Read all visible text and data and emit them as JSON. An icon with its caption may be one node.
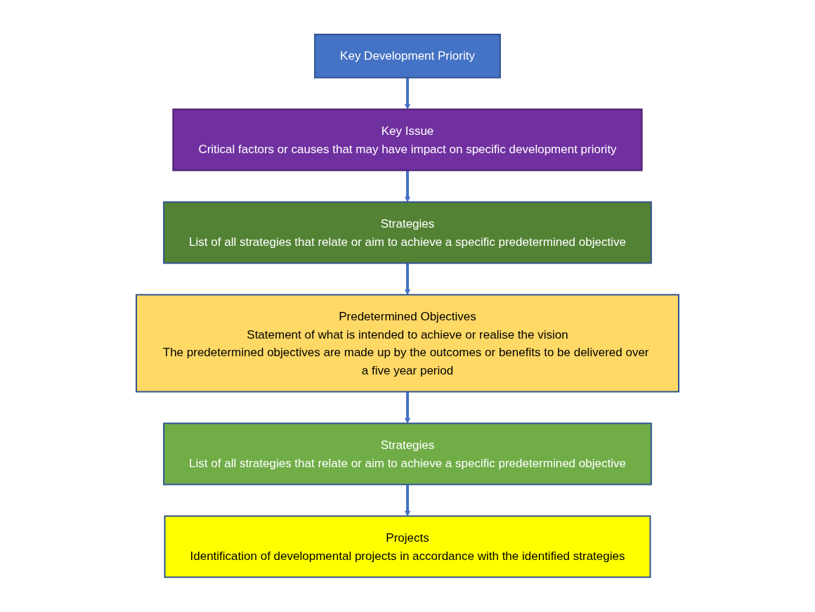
{
  "diagram": {
    "nodes": [
      {
        "text": [
          "Key Development Priority"
        ]
      },
      {
        "text": [
          "Key Issue",
          "Critical factors or causes that may have impact on specific development priority"
        ]
      },
      {
        "text": [
          "Strategies",
          "List of all strategies that relate or aim to achieve a specific predetermined objective"
        ]
      },
      {
        "text": [
          "Predetermined Objectives",
          "Statement of what is intended to achieve or realise the vision",
          "The predetermined objectives are made up by the outcomes or benefits to be delivered over a five year period"
        ]
      },
      {
        "text": [
          "Strategies",
          "List of all strategies that relate or aim to achieve a specific predetermined objective"
        ]
      },
      {
        "text": [
          "Projects",
          "Identification of developmental projects in accordance with the identified strategies"
        ]
      }
    ],
    "edges": [
      {
        "from": 0,
        "to": 1,
        "arrow": "to"
      },
      {
        "from": 1,
        "to": 2,
        "arrow": "to"
      },
      {
        "from": 2,
        "to": 3,
        "arrow": "to"
      },
      {
        "from": 3,
        "to": 4,
        "arrow": "to"
      },
      {
        "from": 4,
        "to": 5,
        "arrow": "to"
      }
    ]
  }
}
